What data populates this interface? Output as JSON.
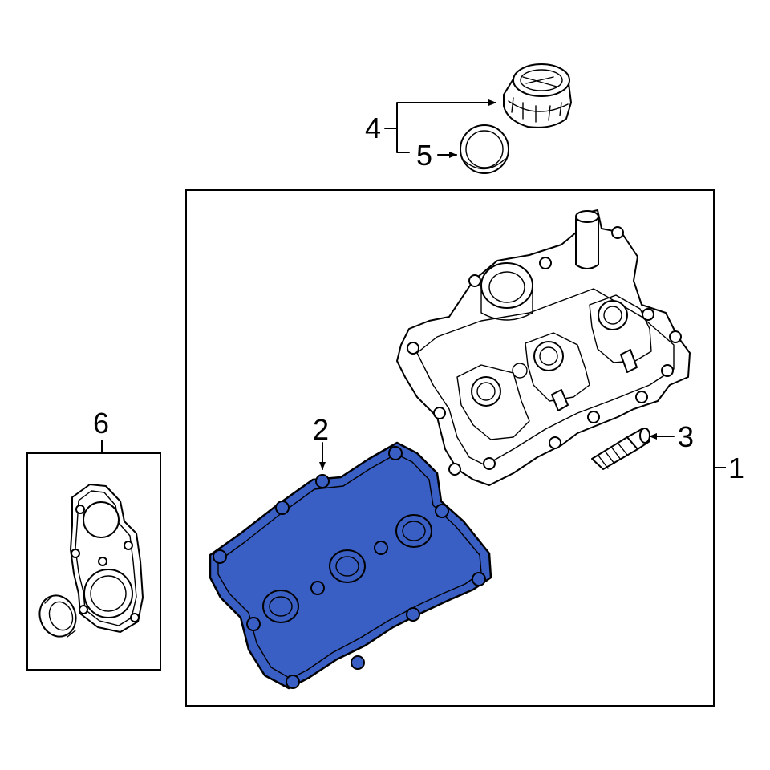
{
  "diagram": {
    "callouts": {
      "c1": "1",
      "c2": "2",
      "c3": "3",
      "c4": "4",
      "c5": "5",
      "c6": "6"
    },
    "highlight_color": "#3a5fc4",
    "line_color": "#000000",
    "background": "#ffffff"
  }
}
